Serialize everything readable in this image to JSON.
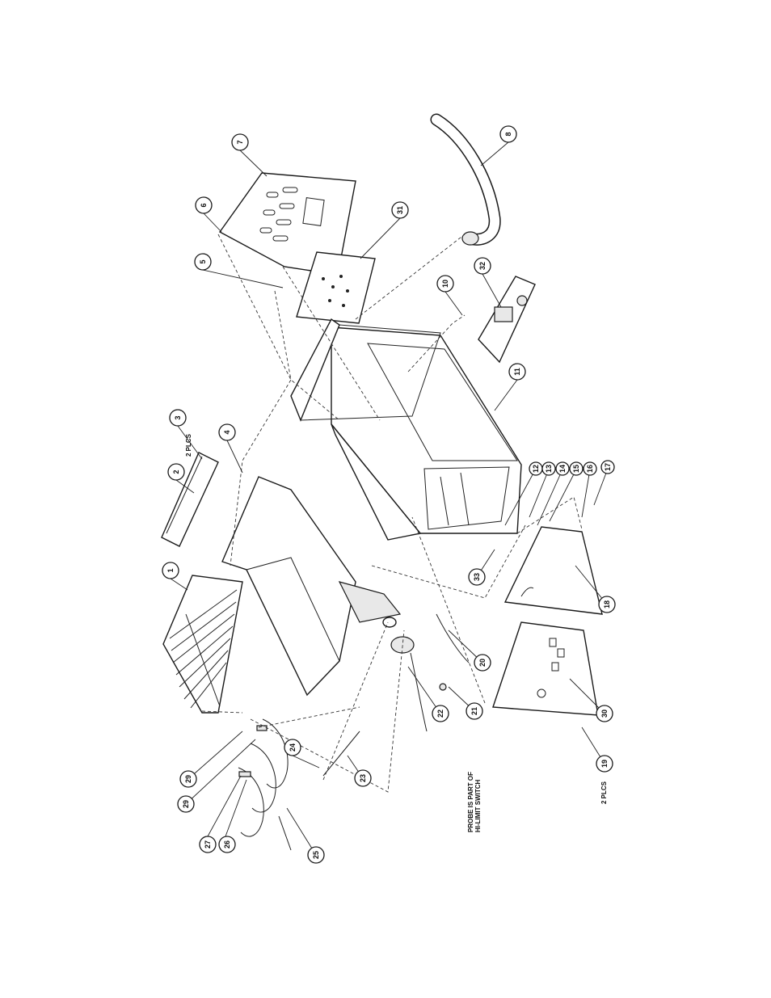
{
  "callouts": [
    {
      "id": "1",
      "label": "1"
    },
    {
      "id": "2",
      "label": "2"
    },
    {
      "id": "3",
      "label": "3"
    },
    {
      "id": "4",
      "label": "4"
    },
    {
      "id": "5",
      "label": "5"
    },
    {
      "id": "6",
      "label": "6"
    },
    {
      "id": "7",
      "label": "7"
    },
    {
      "id": "8",
      "label": "8"
    },
    {
      "id": "10",
      "label": "10"
    },
    {
      "id": "11",
      "label": "11"
    },
    {
      "id": "12",
      "label": "12"
    },
    {
      "id": "13",
      "label": "13"
    },
    {
      "id": "14",
      "label": "14"
    },
    {
      "id": "15",
      "label": "15"
    },
    {
      "id": "16",
      "label": "16"
    },
    {
      "id": "17",
      "label": "17"
    },
    {
      "id": "18",
      "label": "18"
    },
    {
      "id": "19",
      "label": "19"
    },
    {
      "id": "20",
      "label": "20"
    },
    {
      "id": "21",
      "label": "21"
    },
    {
      "id": "22",
      "label": "22"
    },
    {
      "id": "23",
      "label": "23"
    },
    {
      "id": "24",
      "label": "24"
    },
    {
      "id": "25",
      "label": "25"
    },
    {
      "id": "26",
      "label": "26"
    },
    {
      "id": "27",
      "label": "27"
    },
    {
      "id": "29a",
      "label": "29"
    },
    {
      "id": "29b",
      "label": "29"
    },
    {
      "id": "30",
      "label": "30"
    },
    {
      "id": "31",
      "label": "31"
    },
    {
      "id": "32",
      "label": "32"
    },
    {
      "id": "33",
      "label": "33"
    }
  ],
  "notes": {
    "plcs_top": "2 PLCS",
    "plcs_bottom": "2 PLCS",
    "probe_line1": "PROBE IS PART OF",
    "probe_line2": "HI-LIMIT SWITCH"
  }
}
